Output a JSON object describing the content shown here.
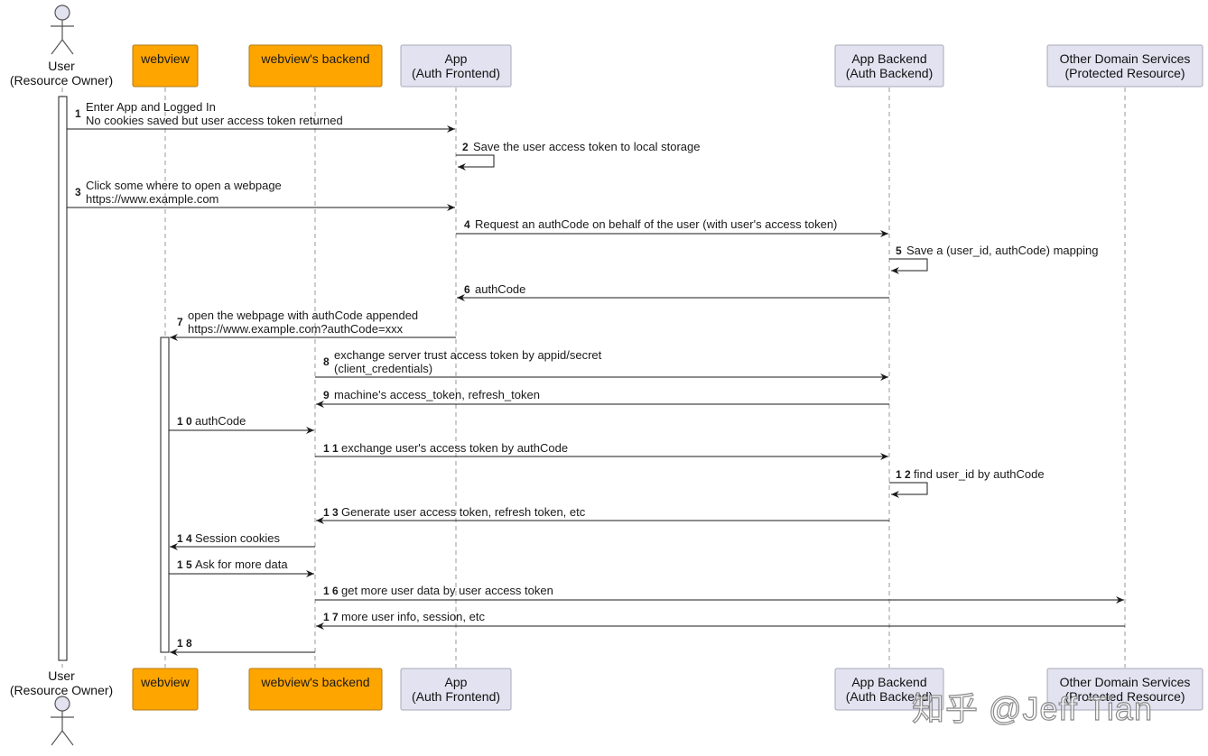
{
  "participants": [
    {
      "id": "user",
      "kind": "actor",
      "label_lines": [
        "User",
        "(Resource Owner)"
      ]
    },
    {
      "id": "webview",
      "kind": "box",
      "label_lines": [
        "webview"
      ],
      "fill": "#ffa500",
      "stroke": "#b07a14",
      "text_color": "#1a1a1a"
    },
    {
      "id": "webview_backend",
      "kind": "box",
      "label_lines": [
        "webview's backend"
      ],
      "fill": "#ffa500",
      "stroke": "#b07a14",
      "text_color": "#1a1a1a"
    },
    {
      "id": "app",
      "kind": "box",
      "label_lines": [
        "App",
        "(Auth Frontend)"
      ],
      "fill": "#e2e2f0",
      "stroke": "#a8a8b8",
      "text_color": "#111111"
    },
    {
      "id": "app_backend",
      "kind": "box",
      "label_lines": [
        "App Backend",
        "(Auth Backend)"
      ],
      "fill": "#e2e2f0",
      "stroke": "#a8a8b8",
      "text_color": "#111111"
    },
    {
      "id": "other",
      "kind": "box",
      "label_lines": [
        "Other Domain Services",
        "(Protected Resource)"
      ],
      "fill": "#e2e2f0",
      "stroke": "#a8a8b8",
      "text_color": "#111111"
    }
  ],
  "messages": [
    {
      "num": "1",
      "from": "user",
      "to": "app",
      "text_lines": [
        "Enter App and Logged In",
        "No cookies saved but user access token returned"
      ]
    },
    {
      "num": "2",
      "from": "app",
      "to": "app",
      "self": true,
      "text_lines": [
        "Save the user access token to local storage"
      ]
    },
    {
      "num": "3",
      "from": "user",
      "to": "app",
      "text_lines": [
        "Click some where to open a webpage",
        "https://www.example.com"
      ]
    },
    {
      "num": "4",
      "from": "app",
      "to": "app_backend",
      "text_lines": [
        "Request an authCode on behalf of the user (with user's access token)"
      ]
    },
    {
      "num": "5",
      "from": "app_backend",
      "to": "app_backend",
      "self": true,
      "text_lines": [
        "Save a (user_id, authCode) mapping"
      ]
    },
    {
      "num": "6",
      "from": "app_backend",
      "to": "app",
      "text_lines": [
        "authCode"
      ]
    },
    {
      "num": "7",
      "from": "app",
      "to": "webview",
      "text_lines": [
        "open the webpage with authCode appended",
        "https://www.example.com?authCode=xxx"
      ]
    },
    {
      "num": "8",
      "from": "webview_backend",
      "to": "app_backend",
      "text_lines": [
        "exchange server trust access token by appid/secret",
        "(client_credentials)"
      ]
    },
    {
      "num": "9",
      "from": "app_backend",
      "to": "webview_backend",
      "text_lines": [
        "machine's access_token, refresh_token"
      ]
    },
    {
      "num": "1 0",
      "from": "webview",
      "to": "webview_backend",
      "text_lines": [
        "authCode"
      ]
    },
    {
      "num": "1 1",
      "from": "webview_backend",
      "to": "app_backend",
      "text_lines": [
        "exchange user's access token by authCode"
      ]
    },
    {
      "num": "1 2",
      "from": "app_backend",
      "to": "app_backend",
      "self": true,
      "text_lines": [
        "find user_id by authCode"
      ]
    },
    {
      "num": "1 3",
      "from": "app_backend",
      "to": "webview_backend",
      "text_lines": [
        "Generate user access token, refresh token, etc"
      ]
    },
    {
      "num": "1 4",
      "from": "webview_backend",
      "to": "webview",
      "text_lines": [
        "Session cookies"
      ]
    },
    {
      "num": "1 5",
      "from": "webview",
      "to": "webview_backend",
      "text_lines": [
        "Ask for more data"
      ]
    },
    {
      "num": "1 6",
      "from": "webview_backend",
      "to": "other",
      "text_lines": [
        "get more user data by user access token"
      ]
    },
    {
      "num": "1 7",
      "from": "other",
      "to": "webview_backend",
      "text_lines": [
        "more user info, session, etc"
      ]
    },
    {
      "num": "1 8",
      "from": "webview_backend",
      "to": "webview",
      "text_lines": []
    }
  ],
  "watermark": "知乎 @Jeff Tian",
  "colors": {
    "line": "#1a1a1a",
    "lifeline": "#9a9a9a",
    "activation_fill": "#ffffff"
  }
}
